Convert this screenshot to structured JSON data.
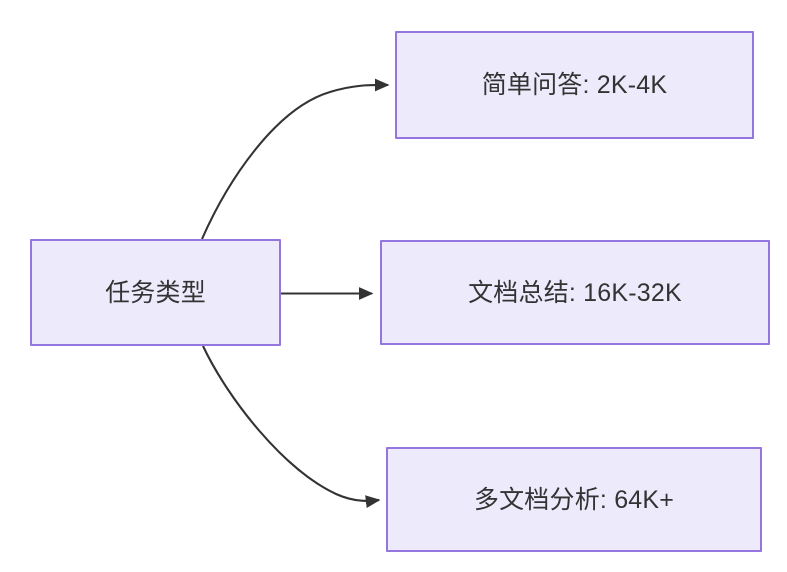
{
  "diagram": {
    "type": "flowchart",
    "direction": "left-to-right",
    "background_color": "#ffffff",
    "node_fill_color": "#ECEAFB",
    "node_border_color": "#9575E0",
    "node_text_color": "#333333",
    "edge_color": "#333333",
    "root": {
      "id": "task-type",
      "label": "任务类型"
    },
    "children": [
      {
        "id": "simple-qa",
        "label": "简单问答: 2K-4K",
        "edge_style": "curved"
      },
      {
        "id": "doc-summary",
        "label": "文档总结: 16K-32K",
        "edge_style": "straight"
      },
      {
        "id": "multi-doc-analysis",
        "label": "多文档分析: 64K+",
        "edge_style": "curved"
      }
    ],
    "edges": [
      {
        "id": "edge-root-to-simple",
        "from": "任务类型",
        "to": "简单问答: 2K-4K",
        "arrowhead": "solid-triangle"
      },
      {
        "id": "edge-root-to-doc",
        "from": "任务类型",
        "to": "文档总结: 16K-32K",
        "arrowhead": "solid-triangle"
      },
      {
        "id": "edge-root-to-multi",
        "from": "任务类型",
        "to": "多文档分析: 64K+",
        "arrowhead": "solid-triangle"
      }
    ]
  }
}
